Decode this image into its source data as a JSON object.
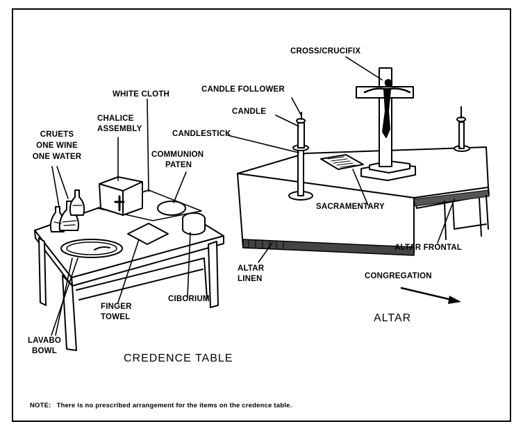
{
  "labels": {
    "cross": "CROSS/CRUCIFIX",
    "candle_follower": "CANDLE FOLLOWER",
    "white_cloth": "WHITE CLOTH",
    "candle": "CANDLE",
    "chalice_1": "CHALICE",
    "chalice_2": "ASSEMBLY",
    "candlestick": "CANDLESTICK",
    "cruets_1": "CRUETS",
    "cruets_2": "ONE WINE",
    "cruets_3": "ONE WATER",
    "paten_1": "COMMUNION",
    "paten_2": "PATEN",
    "sacramentary": "SACRAMENTARY",
    "altar_frontal": "ALTAR FRONTAL",
    "altar_linen_1": "ALTAR",
    "altar_linen_2": "LINEN",
    "congregation": "CONGREGATION",
    "finger_1": "FINGER",
    "finger_2": "TOWEL",
    "ciborium": "CIBORIUM",
    "altar": "ALTAR",
    "lavabo_1": "LAVABO",
    "lavabo_2": "BOWL",
    "credence": "CREDENCE TABLE"
  },
  "note": {
    "prefix": "NOTE:",
    "text": "There is no prescribed arrangement for the items on the credence table."
  }
}
